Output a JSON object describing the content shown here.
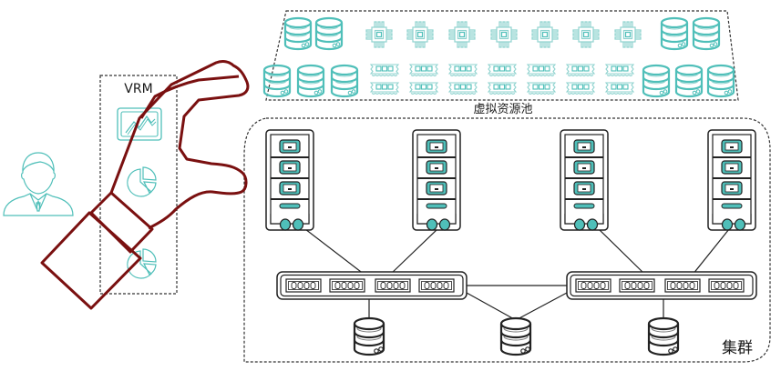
{
  "diagram": {
    "colors": {
      "teal": "#4fbfb9",
      "teal_light": "#8fd3cf",
      "dark_red": "#7a1010",
      "dark": "#222222",
      "dash": "#333333"
    },
    "resource_pool": {
      "label": "虚拟资源池",
      "top_row": [
        "storage-disk",
        "storage-disk",
        "cpu-chip",
        "cpu-chip",
        "cpu-chip",
        "cpu-chip",
        "cpu-chip",
        "cpu-chip",
        "cpu-chip",
        "storage-disk",
        "storage-disk"
      ],
      "bottom_row": [
        "storage-disk",
        "storage-disk",
        "storage-disk",
        "memory-stick-pair",
        "memory-stick-pair",
        "memory-stick-pair",
        "memory-stick-pair",
        "memory-stick-pair",
        "memory-stick-pair",
        "memory-stick-pair",
        "storage-disk",
        "storage-disk",
        "storage-disk"
      ]
    },
    "vrm": {
      "label": "VRM",
      "icons": [
        "monitor-chart",
        "pie-chart",
        "pie-chart"
      ]
    },
    "user": {
      "icon": "user-person"
    },
    "hand": {
      "icon": "grabbing-hand"
    },
    "cluster": {
      "label": "集群",
      "servers": 4,
      "switches": 2,
      "switch_ports": 4,
      "storages": 3
    }
  }
}
